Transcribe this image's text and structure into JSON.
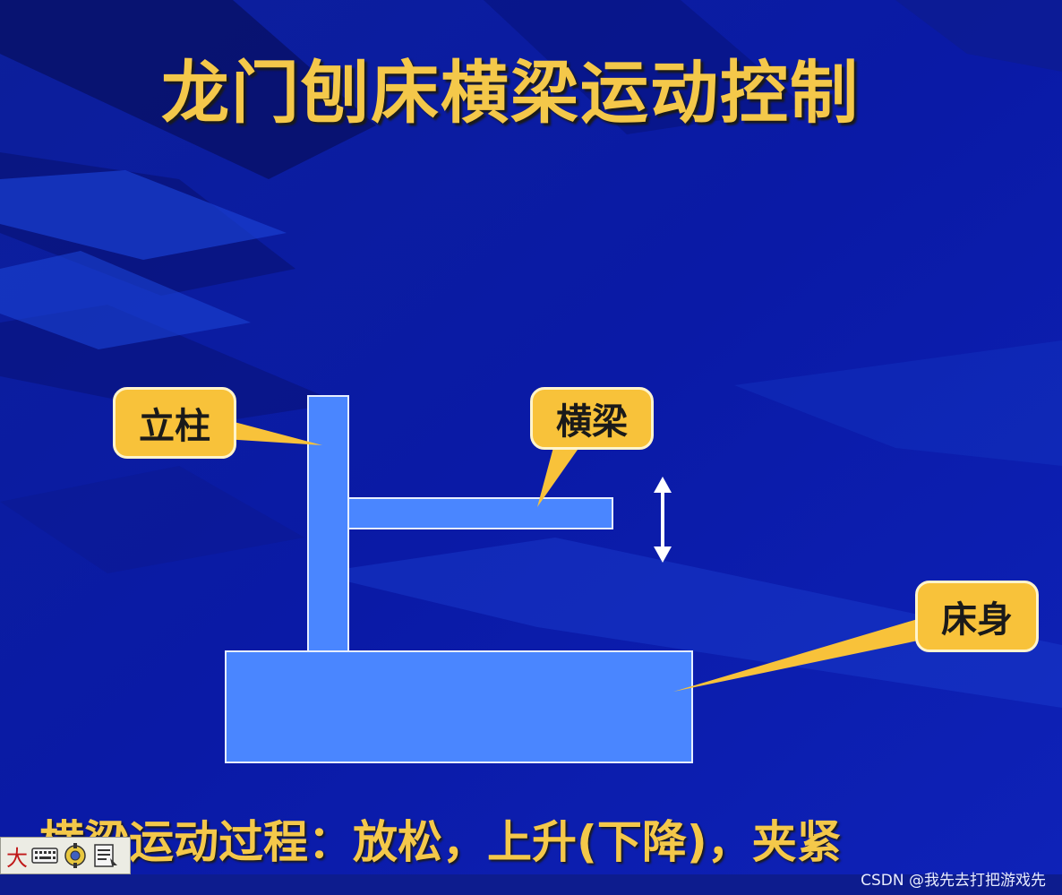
{
  "slide": {
    "title": "龙门刨床横梁运动控制",
    "process_text": "横梁运动过程：放松，上升(下降)，夹紧"
  },
  "diagram": {
    "labels": {
      "column": "立柱",
      "crossbeam": "横梁",
      "bed": "床身"
    },
    "colors": {
      "background": "#0a1a9e",
      "part_fill": "#4a86ff",
      "callout_fill": "#f8c23a",
      "title_color": "#f4c84a"
    },
    "arrow_icon": "double-vertical-arrow-icon"
  },
  "ime_toolbar": {
    "size_label": "大",
    "icons": [
      "keyboard-icon",
      "settings-icon",
      "menu-icon"
    ]
  },
  "watermark": "CSDN @我先去打把游戏先"
}
